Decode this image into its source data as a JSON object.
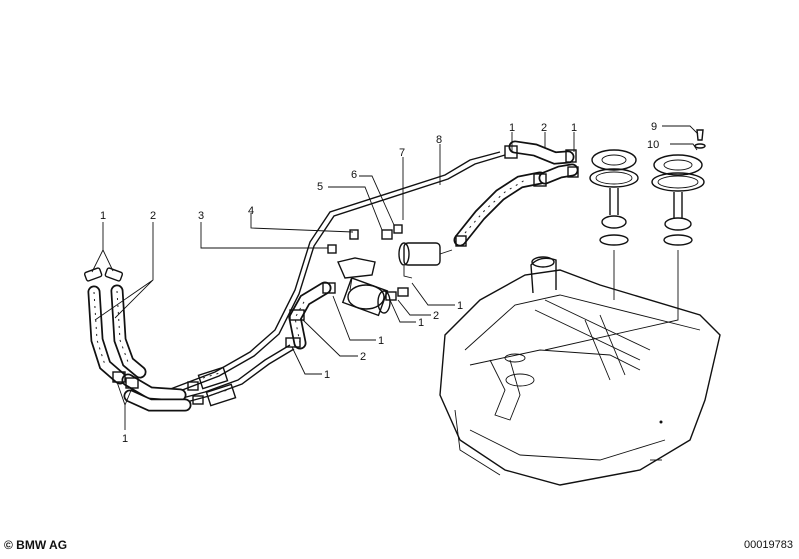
{
  "callouts": {
    "c1_left_top": "1",
    "c2_left": "2",
    "c3": "3",
    "c4": "4",
    "c5": "5",
    "c6": "6",
    "c7": "7",
    "c8": "8",
    "c1_top_a": "1",
    "c2_top": "2",
    "c1_top_b": "1",
    "c9": "9",
    "c10": "10",
    "c1_mid_a": "1",
    "c2_mid": "2",
    "c1_mid_b": "1",
    "c1_mid_c": "1",
    "c2_lower": "2",
    "c1_lower": "1",
    "c1_left_bottom": "1"
  },
  "footer": {
    "copyright": "© BMW AG",
    "diagram_number": "00019783"
  }
}
